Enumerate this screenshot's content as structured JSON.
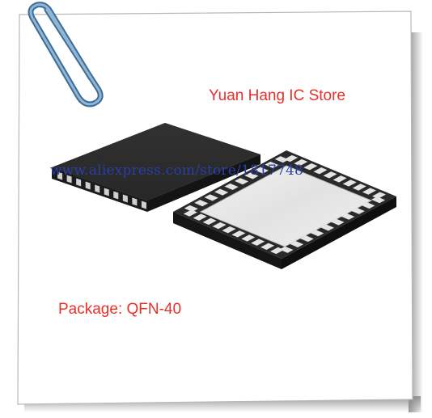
{
  "store_name": "Yuan Hang IC Store",
  "store_url": "www.aliexpress.com/store/1817748",
  "package_label": "Package: QFN-40",
  "colors": {
    "label_red": "#e8302a",
    "watermark_blue": "#2b3ea8",
    "chip_body": "#262626",
    "pad_silver": "#dedede",
    "clip_blue": "#5b8fb8",
    "shadow_gray": "#8a8a8a"
  }
}
